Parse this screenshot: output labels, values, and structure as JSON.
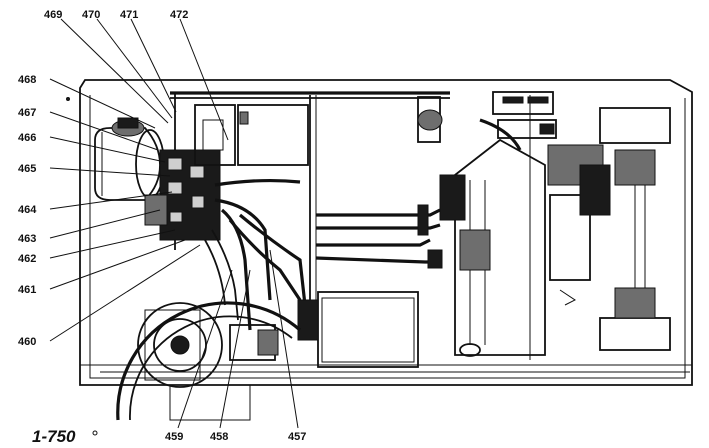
{
  "figure_number": "1-750",
  "callouts": [
    {
      "id": "c469",
      "label": "469"
    },
    {
      "id": "c470",
      "label": "470"
    },
    {
      "id": "c471",
      "label": "471"
    },
    {
      "id": "c472",
      "label": "472"
    },
    {
      "id": "c468",
      "label": "468"
    },
    {
      "id": "c467",
      "label": "467"
    },
    {
      "id": "c466",
      "label": "466"
    },
    {
      "id": "c465",
      "label": "465"
    },
    {
      "id": "c464",
      "label": "464"
    },
    {
      "id": "c463",
      "label": "463"
    },
    {
      "id": "c462",
      "label": "462"
    },
    {
      "id": "c461",
      "label": "461"
    },
    {
      "id": "c460",
      "label": "460"
    },
    {
      "id": "c459",
      "label": "459"
    },
    {
      "id": "c458",
      "label": "458"
    },
    {
      "id": "c457",
      "label": "457"
    }
  ]
}
